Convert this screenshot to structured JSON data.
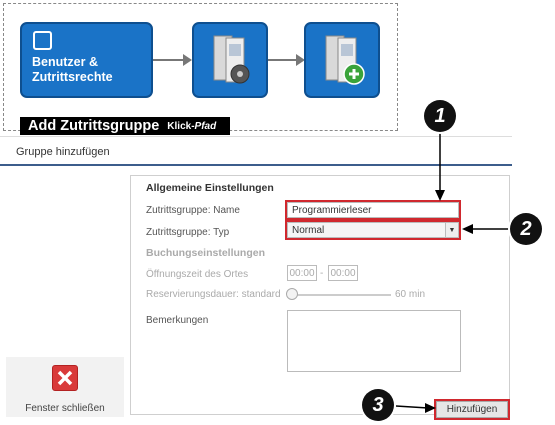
{
  "flow": {
    "step1_label_line1": "Benutzer &",
    "step1_label_line2": "Zutrittsrechte",
    "banner_title": "Add Zutrittsgruppe",
    "banner_path_1": "Klick-",
    "banner_path_2": "Pfad"
  },
  "window": {
    "title": "Gruppe hinzufügen"
  },
  "form": {
    "general_heading": "Allgemeine Einstellungen",
    "name_label": "Zutrittsgruppe: Name",
    "name_value": "Programmierleser",
    "type_label": "Zutrittsgruppe: Typ",
    "type_value": "Normal",
    "booking_heading": "Buchungseinstellungen",
    "opening_label": "Öffnungszeit des Ortes",
    "time_from": "00:00",
    "time_sep": "-",
    "time_to": "00:00",
    "reservation_label": "Reservierungsdauer: standard",
    "reservation_value": "60 min",
    "reservation_fraction": 0.0,
    "remarks_label": "Bemerkungen"
  },
  "footer": {
    "close_label": "Fenster schließen",
    "add_label": "Hinzufügen"
  },
  "callouts": [
    "1",
    "2",
    "3"
  ],
  "colors": {
    "step_blue": "#1a73c7",
    "highlight_red": "#d0282e",
    "titlebar_rule": "#3c5d8c",
    "close_red": "#d93a3a"
  }
}
